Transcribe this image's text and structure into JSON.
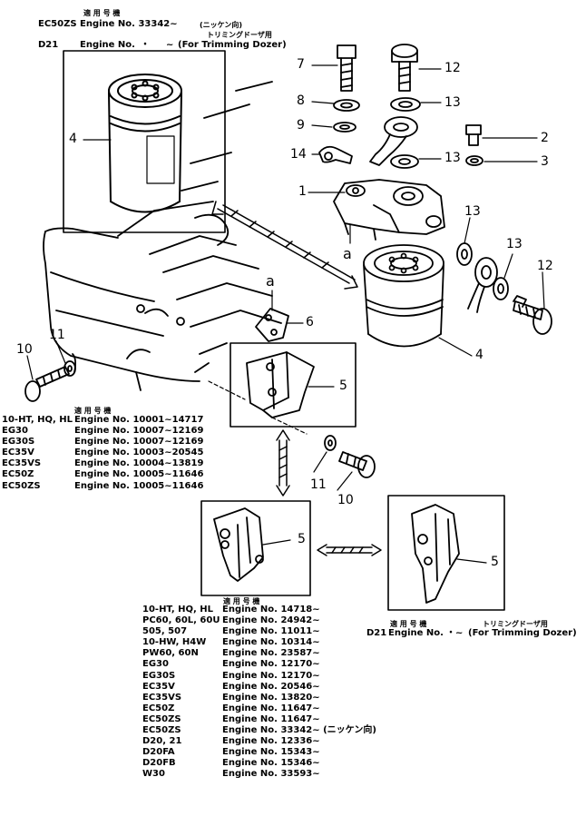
{
  "header": {
    "label_kanji": "適 用 号 機",
    "row1_model": "EC50ZS",
    "row1_engine": "Engine No. 33342~",
    "row1_note": "(ニッケン向)",
    "note_kana": "トリミングドーザ用",
    "row2_model": "D21",
    "row2_engine": "Engine No.",
    "row2_dot": "・",
    "row2_tilde": "~",
    "row2_note": "(For Trimming Dozer)"
  },
  "callouts": [
    "1",
    "2",
    "3",
    "4",
    "5",
    "6",
    "7",
    "8",
    "9",
    "10",
    "11",
    "12",
    "13",
    "14"
  ],
  "letters": {
    "a": "a"
  },
  "table_left": {
    "label_kanji": "適 用 号 機",
    "rows": [
      {
        "model": "10-HT, HQ, HL",
        "engine": "Engine No. 10001~14717"
      },
      {
        "model": "EG30",
        "engine": "Engine No. 10007~12169"
      },
      {
        "model": "EG30S",
        "engine": "Engine No. 10007~12169"
      },
      {
        "model": "EC35V",
        "engine": "Engine No. 10003~20545"
      },
      {
        "model": "EC35VS",
        "engine": "Engine No. 10004~13819"
      },
      {
        "model": "EC50Z",
        "engine": "Engine No. 10005~11646"
      },
      {
        "model": "EC50ZS",
        "engine": "Engine No. 10005~11646"
      }
    ]
  },
  "table_bottom": {
    "label_kanji": "適 用 号 機",
    "rows": [
      {
        "model": "10-HT, HQ, HL",
        "engine": "Engine No. 14718~"
      },
      {
        "model": "PC60, 60L, 60U",
        "engine": "Engine No. 24942~"
      },
      {
        "model": "505, 507",
        "engine": "Engine No. 11011~"
      },
      {
        "model": "10-HW, H4W",
        "engine": "Engine No. 10314~"
      },
      {
        "model": "PW60, 60N",
        "engine": "Engine No. 23587~"
      },
      {
        "model": "EG30",
        "engine": "Engine No. 12170~"
      },
      {
        "model": "EG30S",
        "engine": "Engine No. 12170~"
      },
      {
        "model": "EC35V",
        "engine": "Engine No. 20546~"
      },
      {
        "model": "EC35VS",
        "engine": "Engine No. 13820~"
      },
      {
        "model": "EC50Z",
        "engine": "Engine No. 11647~"
      },
      {
        "model": "EC50ZS",
        "engine": "Engine No. 11647~"
      },
      {
        "model": "EC50ZS",
        "engine": "Engine No. 33342~ (ニッケン向)"
      },
      {
        "model": "D20, 21",
        "engine": "Engine No. 12336~"
      },
      {
        "model": "D20FA",
        "engine": "Engine No. 15343~"
      },
      {
        "model": "D20FB",
        "engine": "Engine No. 15346~"
      },
      {
        "model": "W30",
        "engine": "Engine No. 33593~"
      }
    ]
  },
  "table_right": {
    "label_kanji": "適 用 号 機",
    "note_kana": "トリミングドーザ用",
    "model": "D21",
    "engine": "Engine No.",
    "engine_tail": "・~",
    "note": "(For Trimming Dozer)"
  }
}
